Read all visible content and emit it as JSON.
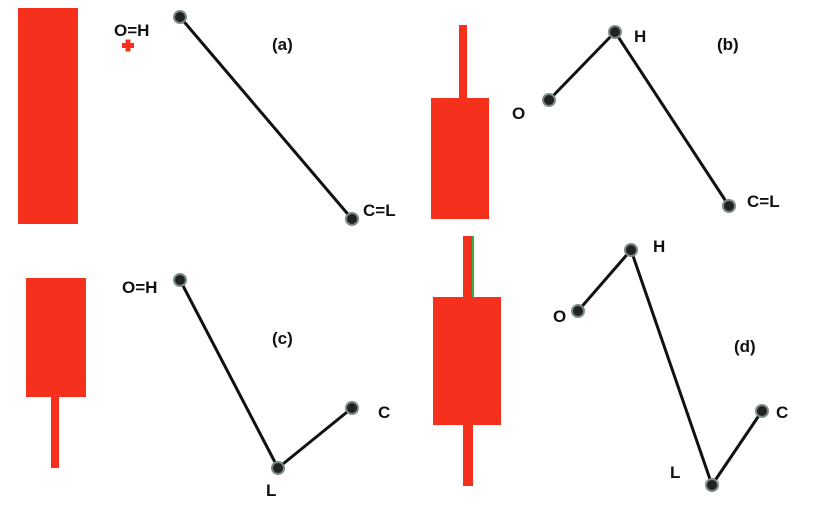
{
  "colors": {
    "candle": "#f5301c",
    "line": "#111111",
    "point_fill": "#222222",
    "point_stroke": "#7a8a8a",
    "background": "#ffffff"
  },
  "panels": [
    {
      "label": "(a)",
      "points": [
        {
          "name": "open-high-point",
          "label": "O=H"
        },
        {
          "name": "close-low-point",
          "label": "C=L"
        }
      ]
    },
    {
      "label": "(b)",
      "points": [
        {
          "name": "open-point",
          "label": "O"
        },
        {
          "name": "high-point",
          "label": "H"
        },
        {
          "name": "close-low-point",
          "label": "C=L"
        }
      ]
    },
    {
      "label": "(c)",
      "points": [
        {
          "name": "open-high-point",
          "label": "O=H"
        },
        {
          "name": "low-point",
          "label": "L"
        },
        {
          "name": "close-point",
          "label": "C"
        }
      ]
    },
    {
      "label": "(d)",
      "points": [
        {
          "name": "open-point",
          "label": "O"
        },
        {
          "name": "high-point",
          "label": "H"
        },
        {
          "name": "low-point",
          "label": "L"
        },
        {
          "name": "close-point",
          "label": "C"
        }
      ]
    }
  ]
}
